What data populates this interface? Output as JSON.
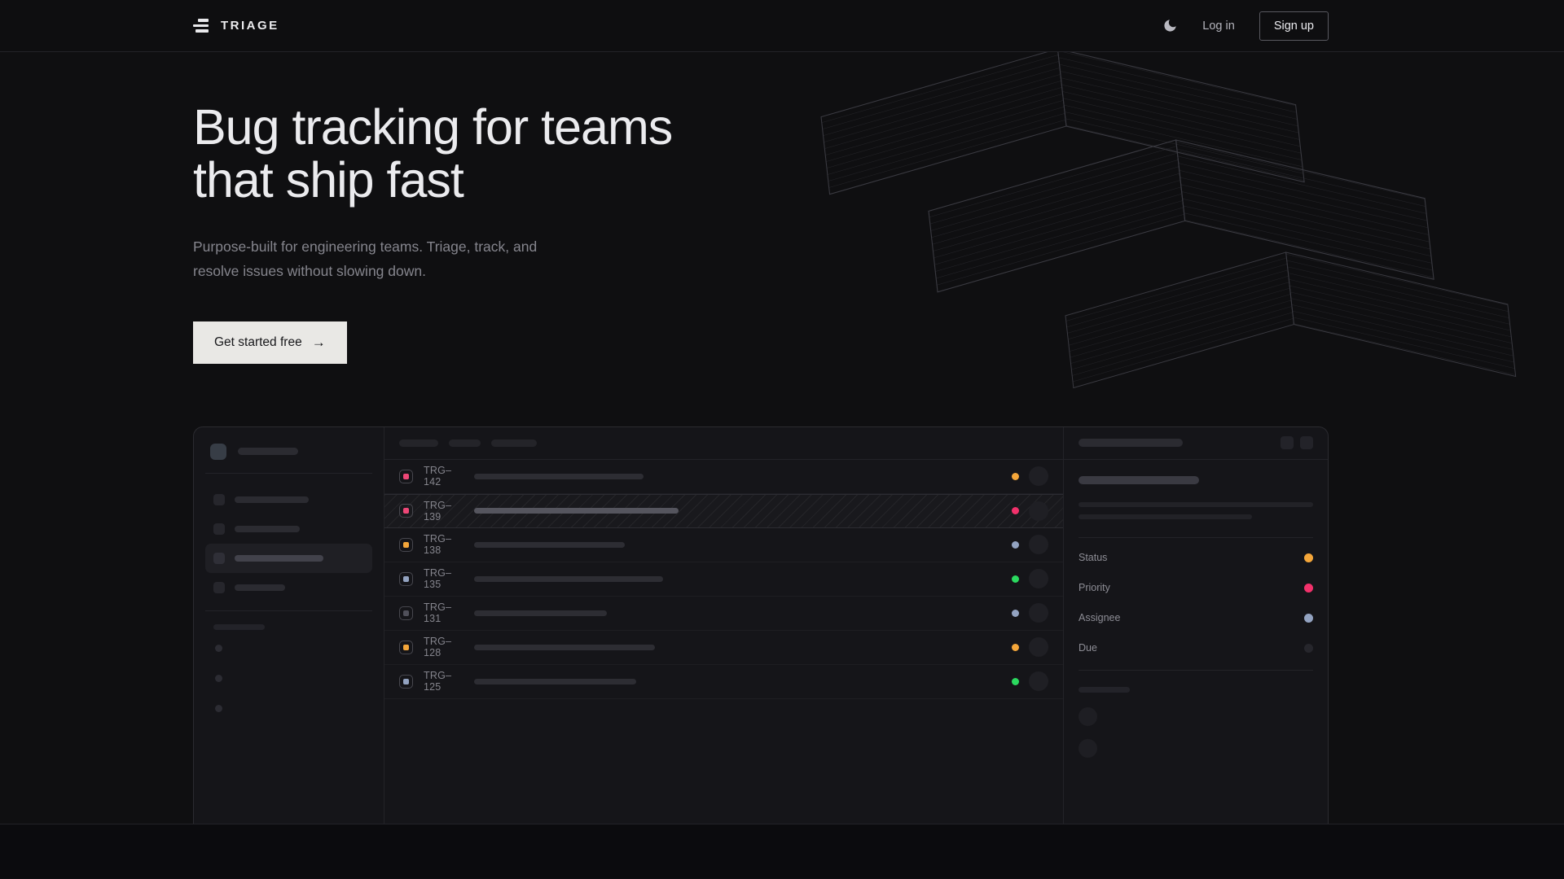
{
  "colors": {
    "amber": "#f4a63a",
    "rose": "#f2316b",
    "pink": "#ee4777",
    "blue": "#93a3c1",
    "green": "#2bd95f",
    "gray": "#50505a",
    "empty": "#26262c"
  },
  "navbar": {
    "logo_text": "TRIAGE",
    "login_label": "Log in",
    "signup_label": "Sign up"
  },
  "hero": {
    "heading": "Bug tracking for teams\nthat ship fast",
    "subtitle": "Purpose-built for engineering teams. Triage, track, and\nresolve issues without slowing down.",
    "cta_label": "Get started free",
    "cta_arrow": "→"
  },
  "mockup": {
    "toolbar_pills": [
      48,
      39,
      56
    ],
    "sidebar": {
      "items": [
        {
          "bar": 91,
          "active": false
        },
        {
          "bar": 80,
          "active": false
        },
        {
          "bar": 109,
          "active": true
        },
        {
          "bar": 62,
          "active": false
        }
      ],
      "dot_count": 3
    },
    "issues": [
      {
        "id": "TRG–142",
        "icon": "pink",
        "dot": "amber",
        "bar": 208,
        "hatched": false
      },
      {
        "id": "TRG–139",
        "icon": "pink",
        "dot": "rose",
        "bar": 251,
        "hatched": true
      },
      {
        "id": "TRG–138",
        "icon": "amber",
        "dot": "blue",
        "bar": 185,
        "hatched": false
      },
      {
        "id": "TRG–135",
        "icon": "blue",
        "dot": "green",
        "bar": 232,
        "hatched": false
      },
      {
        "id": "TRG–131",
        "icon": "gray",
        "dot": "blue",
        "bar": 163,
        "hatched": false
      },
      {
        "id": "TRG–128",
        "icon": "amber",
        "dot": "amber",
        "bar": 222,
        "hatched": false
      },
      {
        "id": "TRG–125",
        "icon": "blue",
        "dot": "green",
        "bar": 199,
        "hatched": false
      }
    ],
    "panel": {
      "properties": [
        {
          "label": "Status",
          "dot": "amber"
        },
        {
          "label": "Priority",
          "dot": "rose"
        },
        {
          "label": "Assignee",
          "dot": "blue"
        },
        {
          "label": "Due",
          "dot": "empty"
        }
      ]
    }
  }
}
